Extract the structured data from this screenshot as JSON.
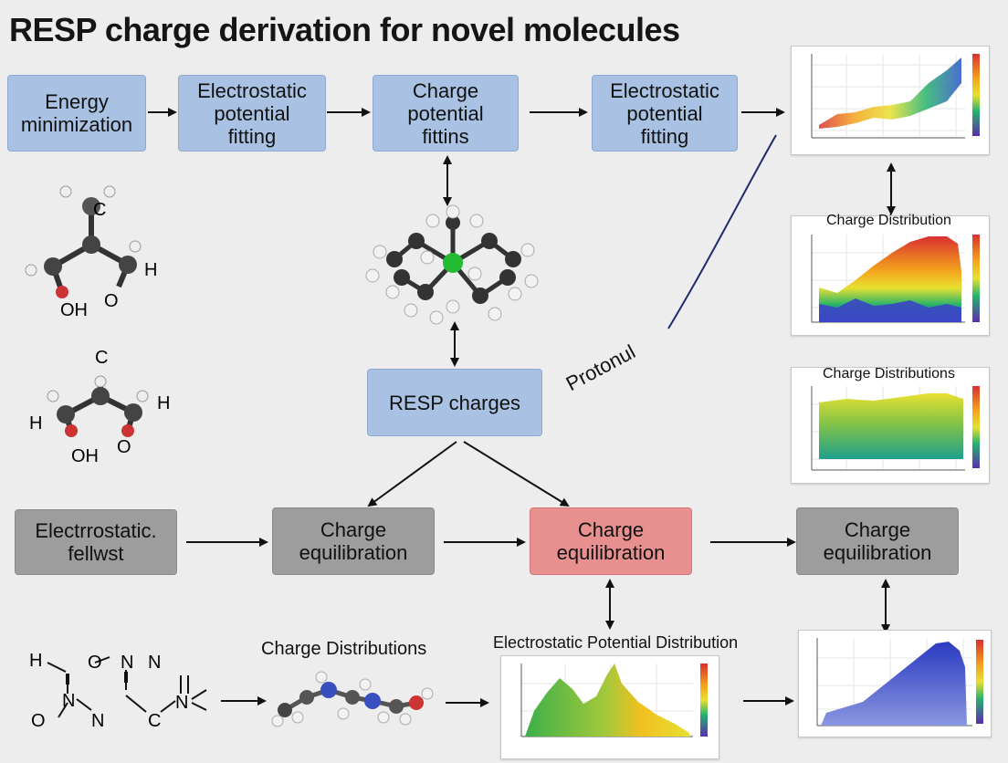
{
  "title": "RESP charge derivation for novel molecules",
  "top_row": {
    "box1": "Energy\nminimization",
    "box2": "Electrostatic\npotential\nfitting",
    "box3": "Charge\npotential\nfittins",
    "box4": "Electrostatic\npotential\nfitting"
  },
  "center": {
    "resp_box": "RESP charges",
    "curve_label": "Protonul"
  },
  "bottom_row": {
    "box1": "Electrrostatic.\nfellwst",
    "box2": "Charge\nequilibration",
    "box3": "Charge\nequilibration",
    "box4": "Charge\nequilibration"
  },
  "molecules": {
    "mol1": {
      "c": "C",
      "h": "H",
      "oh": "OH",
      "o": "O"
    },
    "mol2": {
      "c": "C",
      "h_left": "H",
      "h_right": "H",
      "oh": "OH",
      "o": "O"
    },
    "mol3": {
      "h": "H",
      "o_top": "O",
      "n_top": "N",
      "n_right": "N",
      "n_left": "N",
      "n_bottom": "N",
      "o_bottom": "O",
      "c": "C"
    }
  },
  "labels": {
    "charge_distributions": "Charge Distributions",
    "esp_distribution": "Electrostatic Potential Distribution"
  },
  "panels": {
    "panel2_title": "Charge Distribution",
    "panel3_title": "Charge Distributions"
  },
  "colors": {
    "blue_box": "#a9c2e3",
    "gray_box": "#9d9d9d",
    "red_box": "#e89090",
    "background": "#ededed"
  }
}
